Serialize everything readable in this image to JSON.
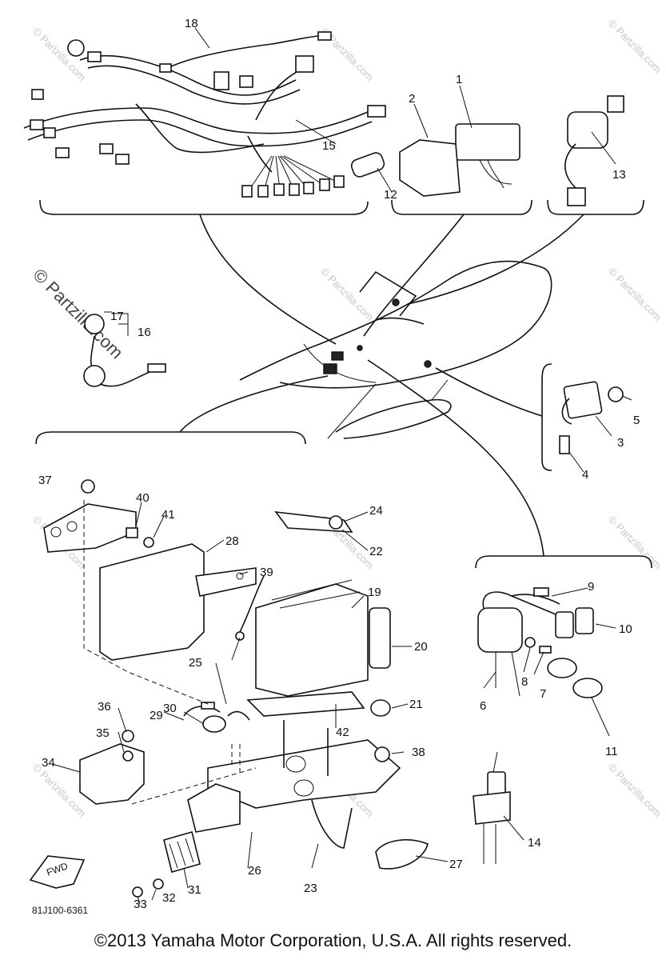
{
  "diagram": {
    "catalog_code": "81J100-6361",
    "fwd_label": "FWD",
    "copyright": "©2013 Yamaha Motor Corporation, U.S.A. All rights reserved.",
    "watermark": "© Partzilla.com",
    "callouts": [
      "1",
      "2",
      "3",
      "4",
      "5",
      "6",
      "7",
      "8",
      "9",
      "10",
      "11",
      "12",
      "13",
      "14",
      "15",
      "16",
      "17",
      "18",
      "19",
      "20",
      "21",
      "22",
      "23",
      "24",
      "25",
      "26",
      "27",
      "28",
      "29",
      "30",
      "31",
      "32",
      "33",
      "34",
      "35",
      "36",
      "37",
      "38",
      "39",
      "40",
      "41",
      "42"
    ]
  }
}
